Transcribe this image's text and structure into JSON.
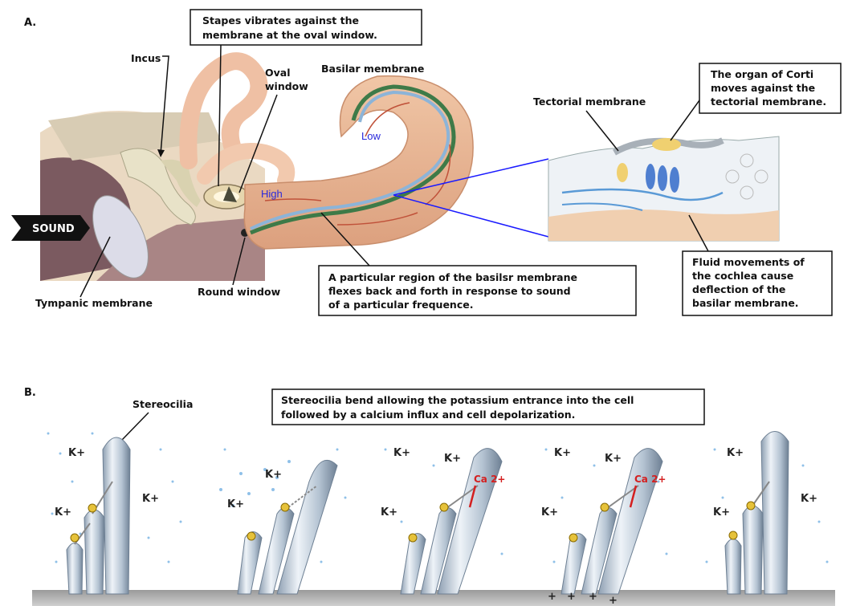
{
  "panel_a": {
    "letter": "A.",
    "labels": {
      "incus": "Incus",
      "oval_window_1": "Oval",
      "oval_window_2": "window",
      "basilar": "Basilar membrane",
      "tectorial": "Tectorial membrane",
      "round_window": "Round window",
      "tympanic": "Tympanic membrane",
      "sound": "SOUND",
      "low": "Low",
      "high": "High"
    },
    "boxes": {
      "stapes": [
        "Stapes vibrates against the",
        "membrane at the oval window."
      ],
      "corti": [
        "The organ of Corti",
        "moves against the",
        "tectorial membrane."
      ],
      "region": [
        "A particular region of the basilsr membrane",
        "flexes back and forth in response to sound",
        "of a particular frequence."
      ],
      "fluid": [
        "Fluid movements of",
        "the cochlea cause",
        "deflection of the",
        "basilar membrane."
      ]
    }
  },
  "panel_b": {
    "letter": "B.",
    "stereocilia_label": "Stereocilia",
    "box": [
      "Stereocilia bend allowing the potassium entrance into the cell",
      "followed by a calcium influx and cell depolarization."
    ],
    "ion_k": "K+",
    "ion_ca": "Ca 2+",
    "plus": "+"
  },
  "colors": {
    "cochlea": "#e8b898",
    "basilar_green": "#3e7a48",
    "basilar_blue": "#8cb4d8",
    "stereocilia": "#c8d4e0",
    "pointer_line": "#1a1aff",
    "calcium": "#d42020"
  }
}
